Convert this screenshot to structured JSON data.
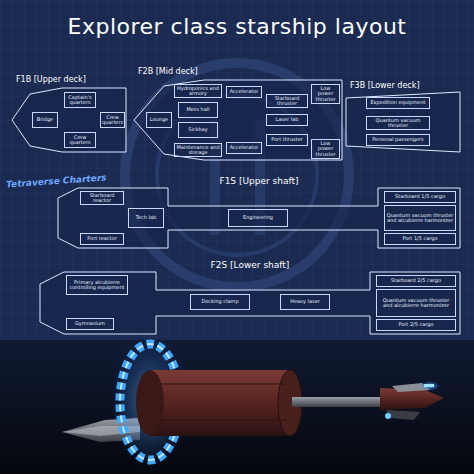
{
  "diagram": {
    "title": "Explorer class starship layout",
    "nodes": [
      {
        "text": [
          "F1B [Upper deck]"
        ]
      },
      {
        "text": [
          "Bridge"
        ],
        "in": 0
      },
      {
        "text": [
          "Captain's quarters"
        ],
        "in": 0
      },
      {
        "text": [
          "Crew quarters"
        ],
        "in": 0
      },
      {
        "text": [
          "Crew quarters"
        ],
        "in": 0
      },
      {
        "text": [
          "F2B [Mid deck]"
        ]
      },
      {
        "text": [
          "Hydroponics and armory"
        ],
        "in": 5
      },
      {
        "text": [
          "Lounge"
        ],
        "in": 5
      },
      {
        "text": [
          "Mess hall"
        ],
        "in": 5
      },
      {
        "text": [
          "Sickbay"
        ],
        "in": 5
      },
      {
        "text": [
          "Maintenance and storage"
        ],
        "in": 5
      },
      {
        "text": [
          "Accelerator"
        ],
        "in": 5
      },
      {
        "text": [
          "Accelerator"
        ],
        "in": 5
      },
      {
        "text": [
          "Starboard thruster"
        ],
        "in": 5
      },
      {
        "text": [
          "Laser lab"
        ],
        "in": 5
      },
      {
        "text": [
          "Port thruster"
        ],
        "in": 5
      },
      {
        "text": [
          "Low power thruster"
        ],
        "in": 5
      },
      {
        "text": [
          "Low power thruster"
        ],
        "in": 5
      },
      {
        "text": [
          "F3B [Lower deck]"
        ]
      },
      {
        "text": [
          "Expedition equipment"
        ],
        "in": 18
      },
      {
        "text": [
          "Quantum vacuum thruster"
        ],
        "in": 18
      },
      {
        "text": [
          "Personal passengers"
        ],
        "in": 18
      },
      {
        "text": [
          "F1S [Upper shaft]"
        ]
      },
      {
        "text": [
          "Starboard reactor"
        ],
        "in": 22
      },
      {
        "text": [
          "Port reactor"
        ],
        "in": 22
      },
      {
        "text": [
          "Tech lab"
        ],
        "in": 22
      },
      {
        "text": [
          "Engineering"
        ],
        "in": 22
      },
      {
        "text": [
          "Starboard 1/5 cargo"
        ],
        "in": 22
      },
      {
        "text": [
          "Quantum vacuum thruster and alcubierre harmonizer"
        ],
        "in": 22
      },
      {
        "text": [
          "Port 1/5 cargo"
        ],
        "in": 22
      },
      {
        "text": [
          "F2S [Lower shaft]"
        ]
      },
      {
        "text": [
          "Primary alcubierre controlling equipment"
        ],
        "in": 30
      },
      {
        "text": [
          "Gymnasium"
        ],
        "in": 30
      },
      {
        "text": [
          "Docking clamp"
        ],
        "in": 30
      },
      {
        "text": [
          "Heavy laser"
        ],
        "in": 30
      },
      {
        "text": [
          "Starboard 2/5 cargo"
        ],
        "in": 30
      },
      {
        "text": [
          "Quantum vacuum thruster and alcubierre harmonizer"
        ],
        "in": 30
      },
      {
        "text": [
          "Port 2/5 cargo"
        ],
        "in": 30
      }
    ],
    "labels": [
      "Tetraverse Charters"
    ]
  }
}
